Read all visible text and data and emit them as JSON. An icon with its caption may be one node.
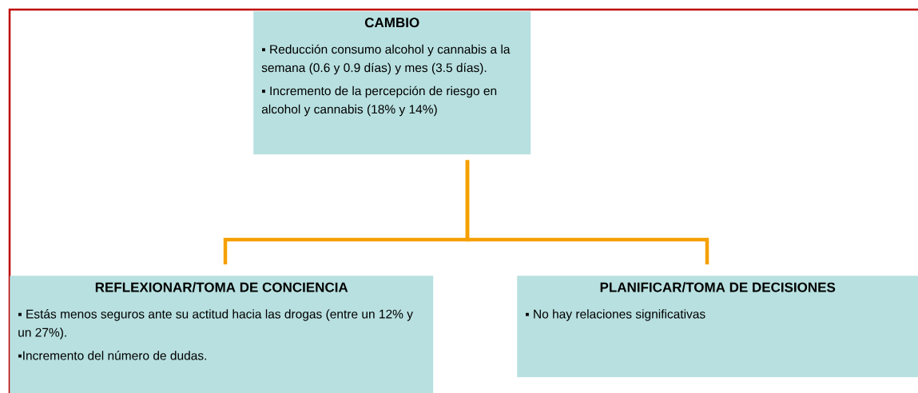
{
  "diagram": {
    "nodes": [
      {
        "text": [
          "CAMBIO",
          "▪ Reducción consumo alcohol y cannabis a la semana (0.6 y 0.9 días) y mes (3.5 días).",
          "▪ Incremento de la percepción de riesgo en alcohol y cannabis (18% y 14%)"
        ]
      },
      {
        "text": [
          "REFLEXIONAR/TOMA DE CONCIENCIA",
          "▪ Estás menos seguros ante su actitud hacia las drogas (entre un 12% y un 27%).",
          "▪Incremento del número de dudas."
        ]
      },
      {
        "text": [
          "PLANIFICAR/TOMA DE DECISIONES",
          "▪ No hay relaciones significativas"
        ]
      }
    ],
    "edges": [
      {
        "from": 0,
        "to": 1,
        "arrow": "none"
      },
      {
        "from": 0,
        "to": 2,
        "arrow": "none"
      }
    ]
  }
}
